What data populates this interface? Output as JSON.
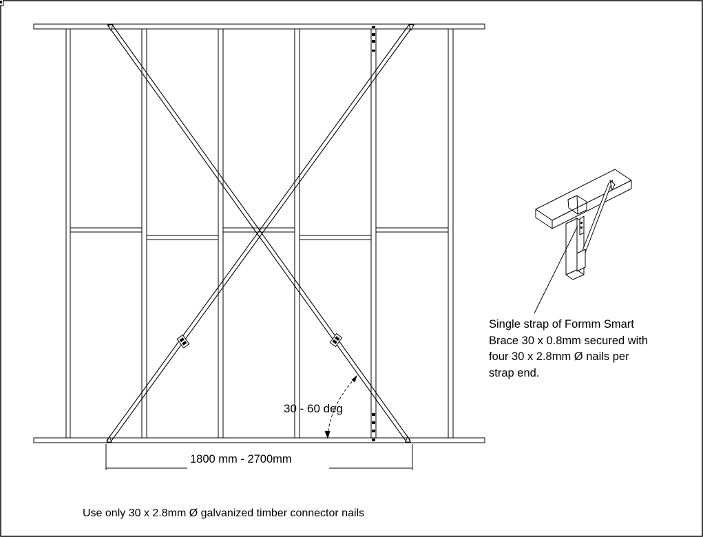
{
  "diagram": {
    "angle_label": "30 - 60 deg",
    "span_label": "1800 mm - 2700mm",
    "callout_text": [
      "Single strap of Formm Smart",
      "Brace 30 x 0.8mm secured with",
      "four 30 x 2.8mm Ø nails per",
      "strap end."
    ],
    "footer_note": "Use only 30 x 2.8mm Ø galvanized timber connector nails"
  }
}
